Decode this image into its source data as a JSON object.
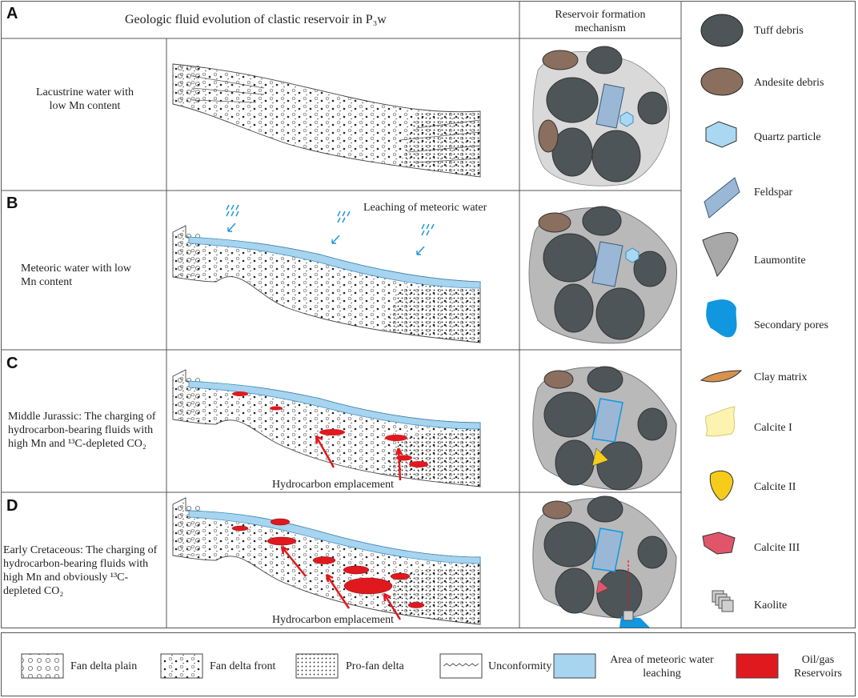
{
  "header": {
    "title": "Geologic fluid evolution of clastic reservoir in P₃w",
    "mechanism_title": "Reservoir formation mechanism"
  },
  "panels": [
    {
      "letter": "A",
      "description": "Lacustrine water with low Mn content",
      "top_label": "",
      "bottom_label": ""
    },
    {
      "letter": "B",
      "description": "Meteoric water with low Mn content",
      "top_label": "Leaching of meteoric water",
      "bottom_label": ""
    },
    {
      "letter": "C",
      "description": "Middle Jurassic: The charging of hydrocarbon-bearing fluids with high Mn and ¹³C-depleted CO₂",
      "top_label": "",
      "bottom_label": "Hydrocarbon emplacement"
    },
    {
      "letter": "D",
      "description": "Early Cretaceous: The charging of hydrocarbon-bearing fluids with high Mn and obviously ¹³C-depleted CO₂",
      "top_label": "",
      "bottom_label": "Hydrocarbon emplacement"
    }
  ],
  "grain_legend": [
    {
      "label": "Tuff debris",
      "color": "#4d5558",
      "icon": "tuff-debris-icon"
    },
    {
      "label": "Andesite debris",
      "color": "#8a6e5e",
      "icon": "andesite-debris-icon"
    },
    {
      "label": "Quartz particle",
      "color": "#aad8f2",
      "icon": "quartz-particle-icon"
    },
    {
      "label": "Feldspar",
      "color": "#9ab8d6",
      "icon": "feldspar-icon"
    },
    {
      "label": "Laumontite",
      "color": "#a8a8a8",
      "icon": "laumontite-icon"
    },
    {
      "label": "Secondary pores",
      "color": "#1196e0",
      "icon": "secondary-pores-icon"
    },
    {
      "label": "Clay matrix",
      "color": "#d99150",
      "icon": "clay-matrix-icon"
    },
    {
      "label": "Calcite I",
      "color": "#fdf3b0",
      "icon": "calcite-i-icon"
    },
    {
      "label": "Calcite II",
      "color": "#f5cc1a",
      "icon": "calcite-ii-icon"
    },
    {
      "label": "Calcite III",
      "color": "#e0556a",
      "icon": "calcite-iii-icon"
    },
    {
      "label": "Kaolite",
      "color": "#cfcfcf",
      "icon": "kaolite-icon"
    }
  ],
  "facies_legend": [
    {
      "label": "Fan delta plain",
      "icon": "fan-delta-plain-icon"
    },
    {
      "label": "Fan delta front",
      "icon": "fan-delta-front-icon"
    },
    {
      "label": "Pro-fan delta",
      "icon": "pro-fan-delta-icon"
    },
    {
      "label": "Unconformity",
      "icon": "unconformity-icon"
    },
    {
      "label": "Area of meteoric water leaching",
      "color": "#a7d4ef",
      "icon": "meteoric-leaching-icon"
    },
    {
      "label": "Oil/gas Reservoirs",
      "color": "#e0191f",
      "icon": "oil-gas-reservoir-icon"
    }
  ]
}
